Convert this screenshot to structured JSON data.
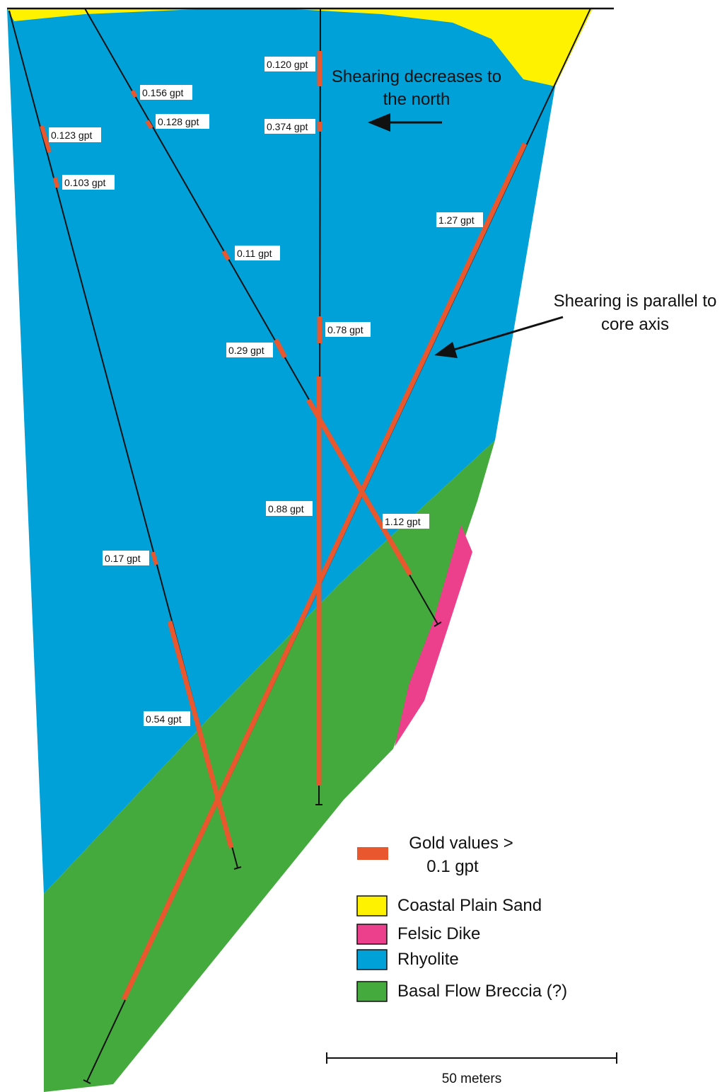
{
  "colors": {
    "coastal_plain_sand": "#fff200",
    "felsic_dike": "#ec3f8c",
    "rhyolite": "#00a0d8",
    "basal_flow_breccia": "#45aa3e",
    "gold_interval": "#e8572e",
    "line": "#111111",
    "label_background": "#ffffff"
  },
  "units": [
    {
      "key": "coastal_plain_sand",
      "label": "Coastal Plain Sand"
    },
    {
      "key": "felsic_dike",
      "label": "Felsic Dike"
    },
    {
      "key": "rhyolite",
      "label": "Rhyolite"
    },
    {
      "key": "basal_flow_breccia",
      "label": "Basal Flow Breccia (?)"
    }
  ],
  "legend": {
    "gold_line1": "Gold values >",
    "gold_line2": "0.1 gpt",
    "coastal_plain_sand": "Coastal Plain Sand",
    "felsic_dike": "Felsic Dike",
    "rhyolite": "Rhyolite",
    "basal_flow_breccia": "Basal Flow Breccia (?)"
  },
  "annotations": {
    "north_line1": "Shearing decreases to",
    "north_line2": "the north",
    "core_line1": "Shearing is parallel to",
    "core_line2": "core axis"
  },
  "assays": [
    "0.120 gpt",
    "0.374 gpt",
    "0.78 gpt",
    "0.88 gpt",
    "0.156 gpt",
    "0.128 gpt",
    "0.11 gpt",
    "0.29 gpt",
    "1.12 gpt",
    "0.123 gpt",
    "0.103 gpt",
    "0.17 gpt",
    "0.54 gpt",
    "1.27 gpt"
  ],
  "scale_bar": {
    "label": "50 meters",
    "length_m": 50
  }
}
